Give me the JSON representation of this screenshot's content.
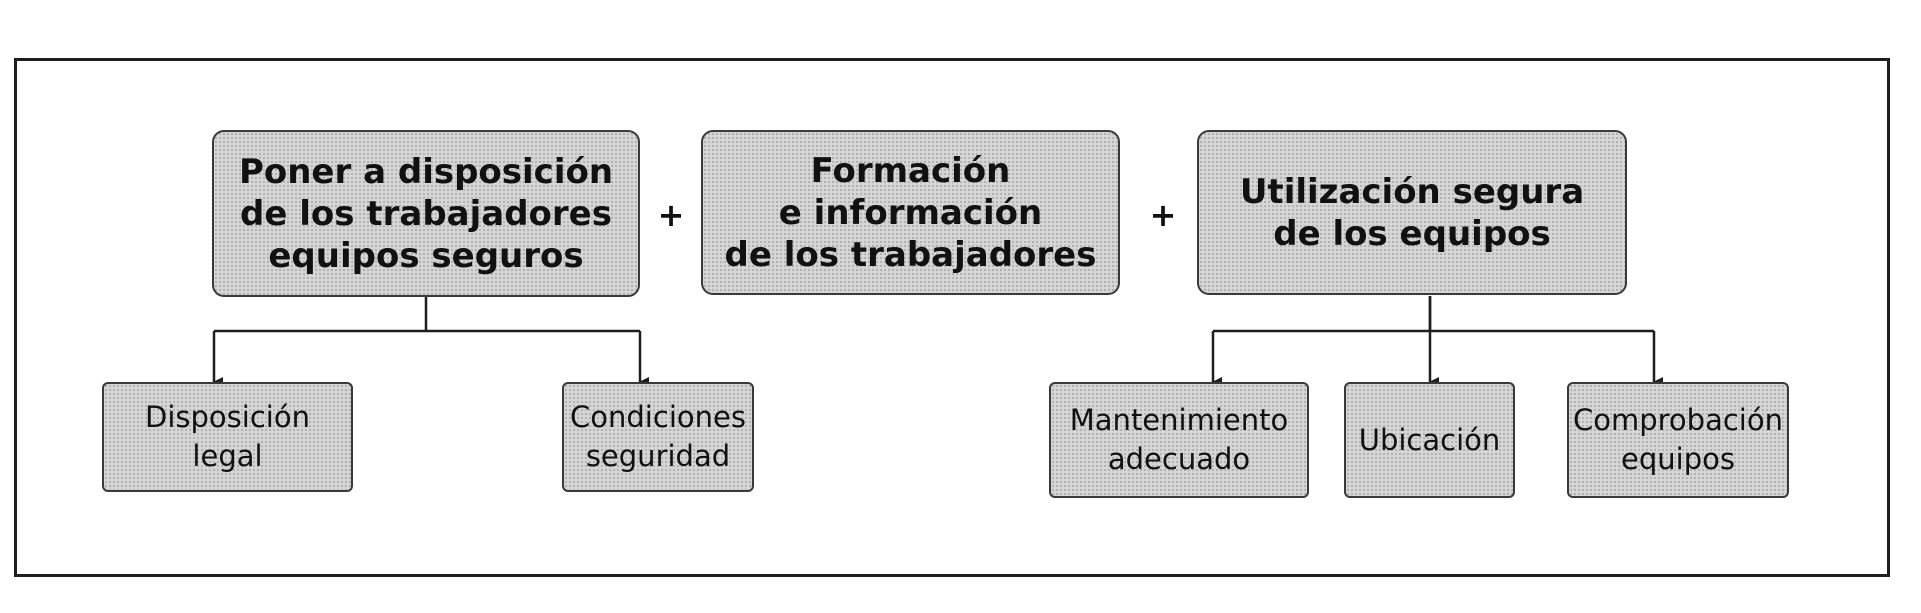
{
  "diagram": {
    "top_boxes": [
      {
        "label": "Poner a disposición\nde los trabajadores\nequipos seguros"
      },
      {
        "label": "Formación\ne información\nde los trabajadores"
      },
      {
        "label": "Utilización segura\nde los equipos"
      }
    ],
    "operators": [
      "+",
      "+"
    ],
    "bottom_boxes": [
      {
        "label": "Disposición\nlegal"
      },
      {
        "label": "Condiciones\nseguridad"
      },
      {
        "label": "Mantenimiento\nadecuado"
      },
      {
        "label": "Ubicación"
      },
      {
        "label": "Comprobación\nequipos"
      }
    ]
  },
  "colors": {
    "box_fill": "#d6d6d6",
    "border": "#3a3a3a",
    "line": "#1e1e1e",
    "text": "#111111"
  }
}
